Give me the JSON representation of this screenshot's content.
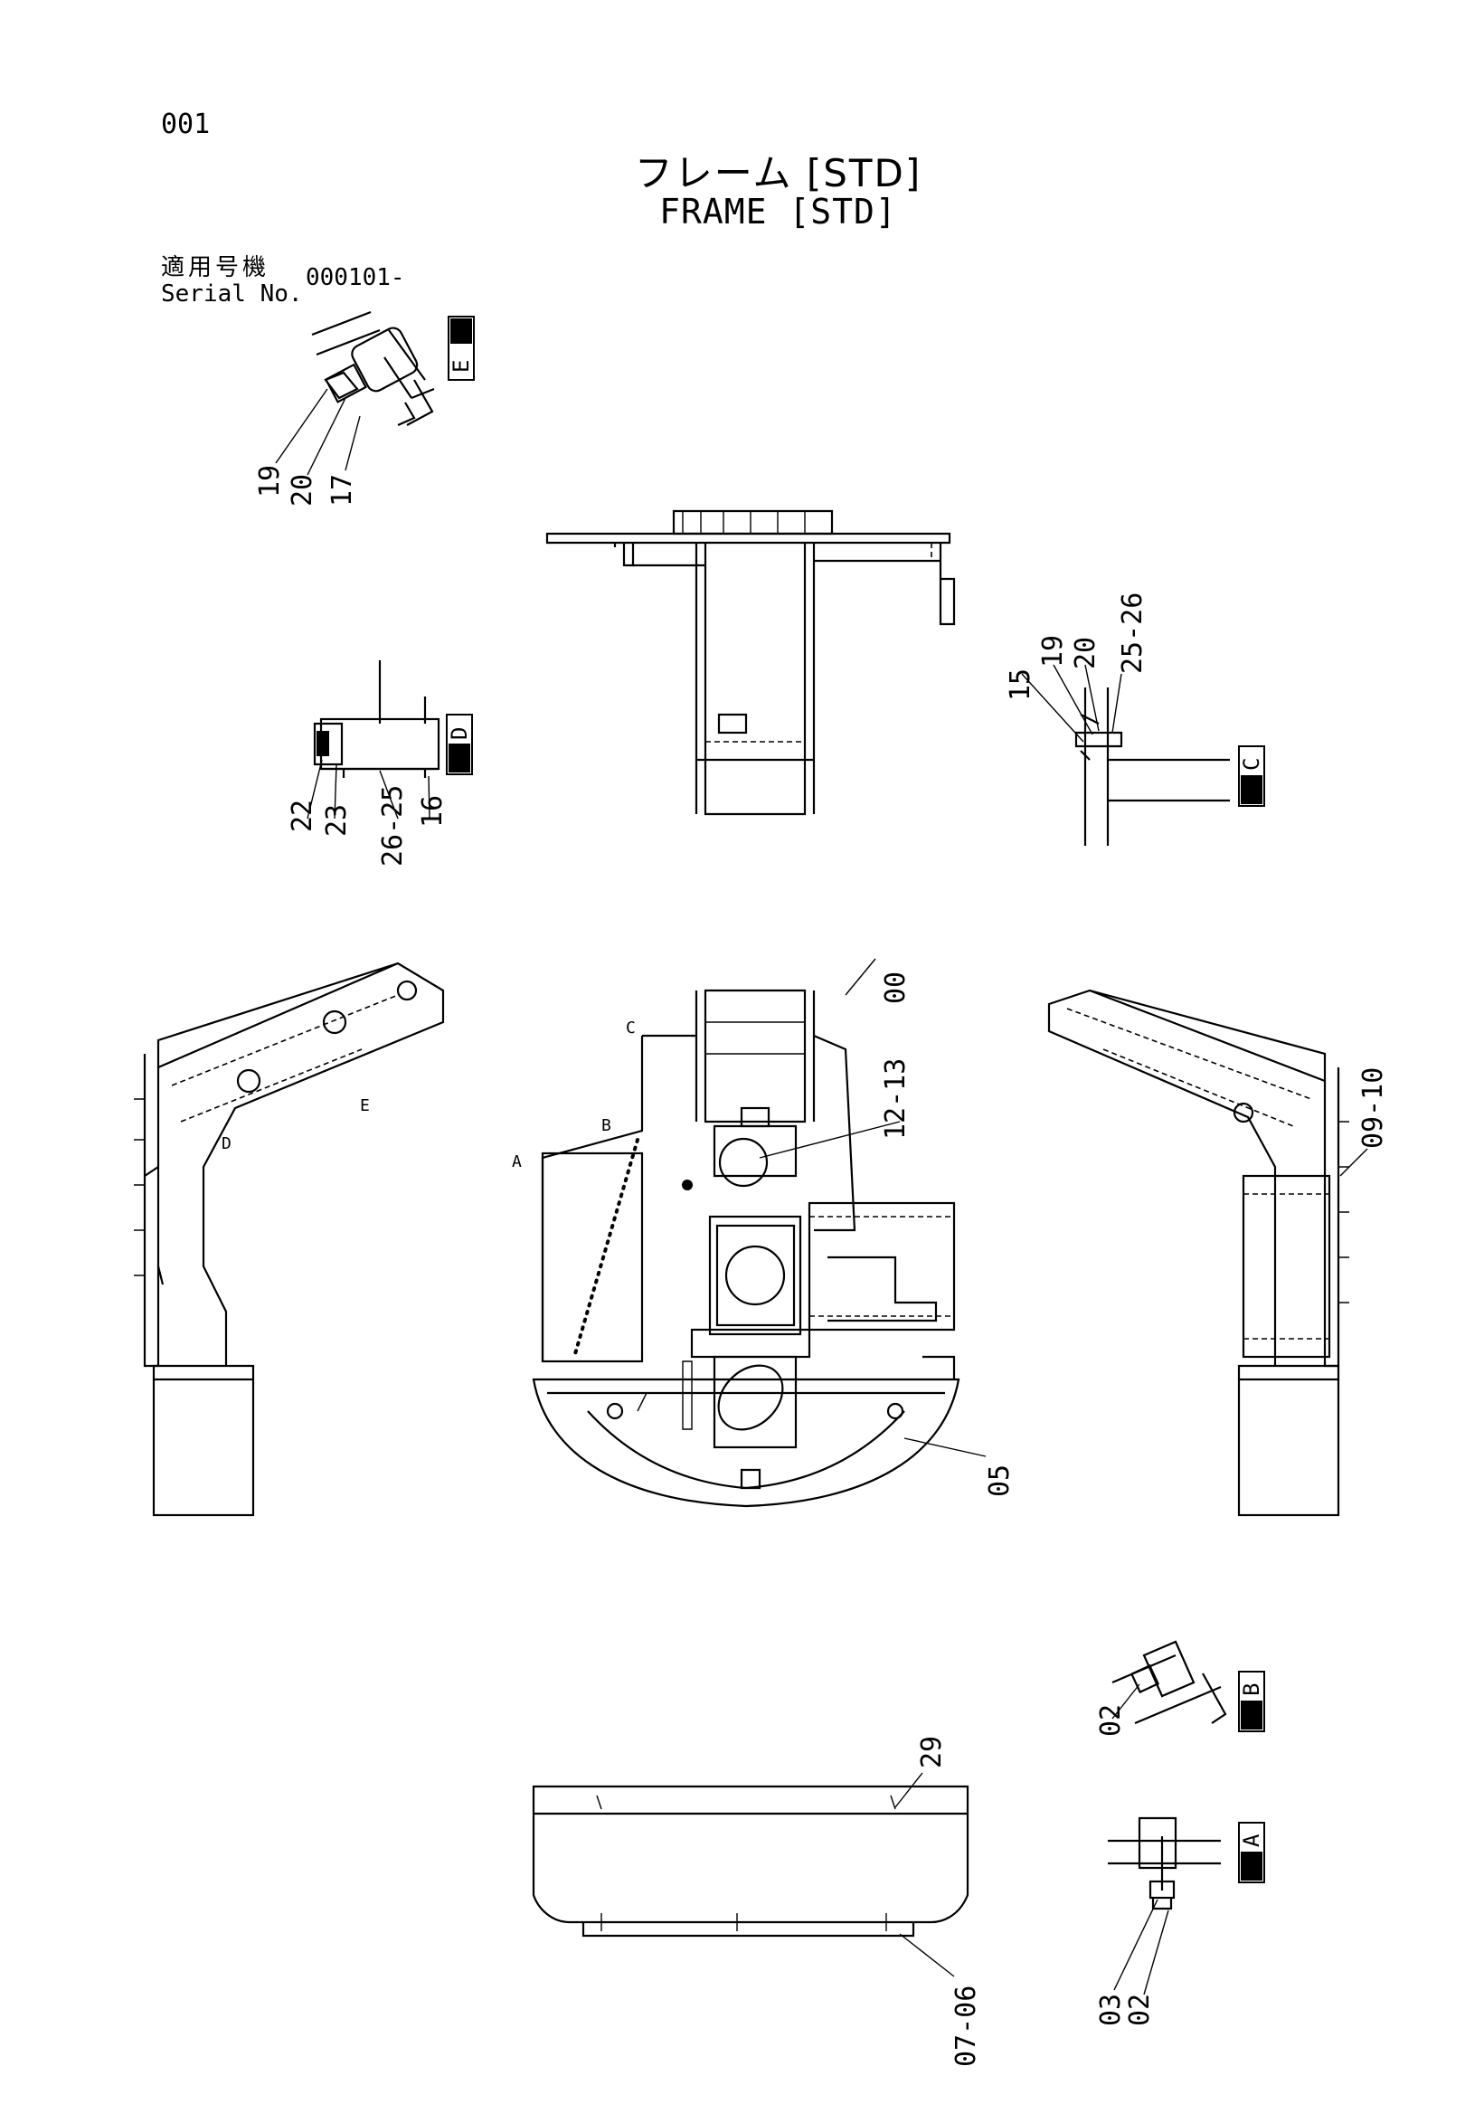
{
  "page_number": "001",
  "title_jp": "フレーム [STD]",
  "title_en": "FRAME [STD]",
  "serial_label_jp": "適用号機",
  "serial_label_en": "Serial No.",
  "serial_value": "000101-",
  "sections": {
    "E": "E",
    "D": "D",
    "C": "C",
    "B": "B",
    "A": "A"
  },
  "callouts": {
    "e19": "19",
    "e20": "20",
    "e17": "17",
    "d22": "22",
    "d23": "23",
    "d2625": "26-25",
    "d16": "16",
    "c15": "15",
    "c19": "19",
    "c20": "20",
    "c2526": "25-26",
    "m00": "00",
    "m1213": "12-13",
    "m0910": "09-10",
    "m05": "05",
    "b02": "02",
    "w29": "29",
    "w0706": "07-06",
    "a03": "03",
    "a02": "02"
  },
  "view_markers": {
    "a": "A",
    "b": "B",
    "c": "C",
    "d": "D",
    "e": "E"
  }
}
